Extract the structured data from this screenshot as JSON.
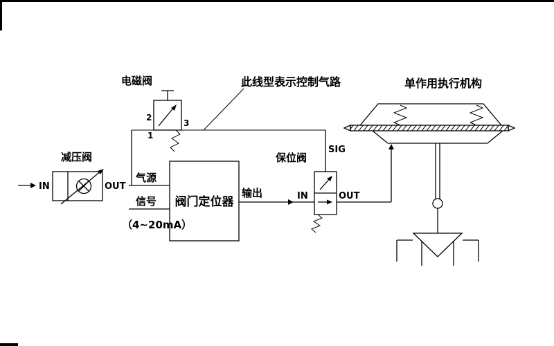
{
  "page": {
    "background": "#ffffff",
    "line_color": "#000000"
  },
  "solenoid_valve": {
    "label": "电磁阀",
    "port_top": "2",
    "port_right": "3",
    "port_bottom": "1"
  },
  "control_line_note": {
    "text": "此线型表示控制气路"
  },
  "actuator": {
    "label": "单作用执行机构"
  },
  "pressure_reducing_valve": {
    "label": "减压阀",
    "inlet": "IN",
    "outlet": "OUT"
  },
  "positioner": {
    "label": "阀门定位器",
    "air_supply": "气源",
    "signal": "信号",
    "signal_range": "（4~20mA）",
    "output": "输出"
  },
  "lockup_valve": {
    "label": "保位阀",
    "sig": "SIG",
    "inlet": "IN",
    "outlet": "OUT"
  }
}
